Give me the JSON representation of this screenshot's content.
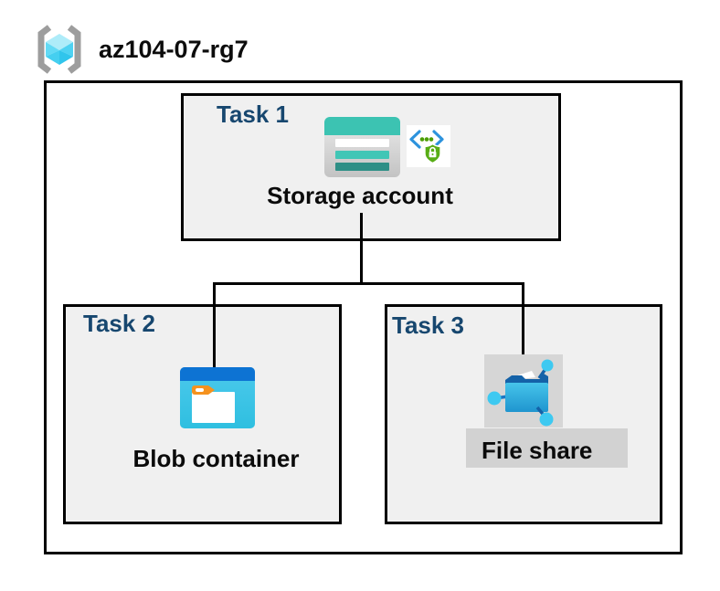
{
  "diagram": {
    "resource_group": {
      "name": "az104-07-rg7",
      "icon": "resource-group-icon"
    },
    "tasks": [
      {
        "label": "Task 1",
        "resource": "Storage account",
        "icons": [
          "storage-account-icon",
          "sas-lock-icon"
        ]
      },
      {
        "label": "Task 2",
        "resource": "Blob container",
        "icons": [
          "blob-container-icon"
        ]
      },
      {
        "label": "Task 3",
        "resource": "File share",
        "icons": [
          "file-share-icon"
        ]
      }
    ],
    "connections": [
      {
        "from": "Storage account",
        "to": "Blob container"
      },
      {
        "from": "Storage account",
        "to": "File share"
      }
    ],
    "colors": {
      "task_label_navy": "#17476f",
      "box_fill_gray": "#f0f0f0",
      "border_black": "#000000",
      "storage_teal": "#3cc3b2",
      "storage_teal_mid": "#41c6b6",
      "storage_teal_dark": "#2e8f86",
      "blob_header_blue": "#0d73d3",
      "blob_body_cyan": "#3ac4e6",
      "folder_tab_orange": "#f5921e",
      "fileshare_flap_blue": "#1462a8",
      "fileshare_node_cyan": "#3dc9f1",
      "sas_bracket_blue": "#2d93dd",
      "sas_shield_green": "#58ad15",
      "rg_bracket_gray": "#9d9d9d",
      "rg_cube_cyan": "#58d7f3",
      "fileshare_label_bg": "#d2d2d2"
    }
  }
}
